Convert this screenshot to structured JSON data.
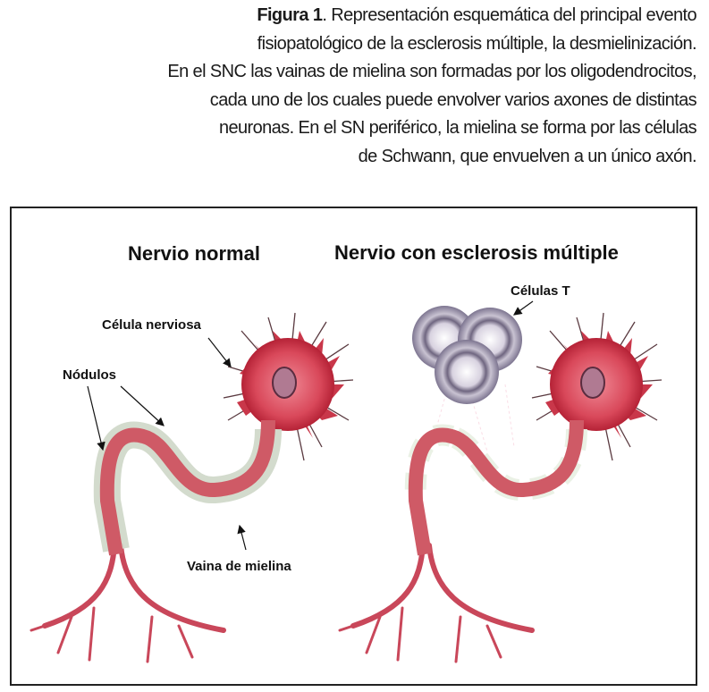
{
  "caption": {
    "figure_label": "Figura 1",
    "lines": [
      ". Representación esquemática del principal evento",
      "fisiopatológico de la esclerosis múltiple, la desmielinización.",
      "En el SNC las vainas de mielina son formadas por los oligodendrocitos,",
      "cada uno de los cuales puede envolver varios axones de distintas",
      "neuronas. En el SN periférico, la mielina se forma por las células",
      "de Schwann, que envuelven a un único axón."
    ]
  },
  "figure": {
    "title_normal": "Nervio normal",
    "title_ms": "Nervio con esclerosis múltiple",
    "labels": {
      "nerve_cell": "Célula nerviosa",
      "nodes": "Nódulos",
      "myelin_sheath": "Vaina de mielina",
      "t_cells": "Células T"
    },
    "colors": {
      "neuron": "#c9374a",
      "myelin": "#e6efe4",
      "tcell": "#8a8296"
    }
  }
}
